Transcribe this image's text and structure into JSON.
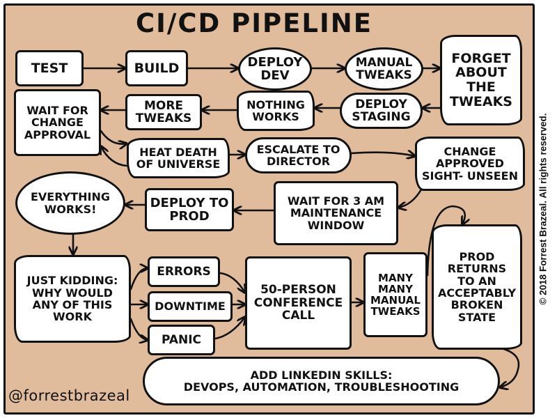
{
  "title": "CI/CD PIPELINE",
  "handle": "@forrestbrazeal",
  "copyright": "© 2018 Forrest Brazeal. All rights reserved.",
  "colors": {
    "background": "#e0bc9d",
    "box_fill": "#ffffff",
    "ink": "#111111"
  },
  "nodes": {
    "test": "TEST",
    "build": "BUILD",
    "deploy_dev": "DEPLOY\nDEV",
    "manual_tweaks": "MANUAL\nTWEAKS",
    "forget_tweaks": "FORGET\nABOUT\nTHE\nTWEAKS",
    "deploy_staging": "DEPLOY\nSTAGING",
    "nothing_works": "NOTHING\nWORKS",
    "more_tweaks": "MORE\nTWEAKS",
    "wait_change_approval": "WAIT FOR\nCHANGE\nAPPROVAL",
    "heat_death": "HEAT DEATH\nOF UNIVERSE",
    "escalate_director": "ESCALATE TO\nDIRECTOR",
    "change_approved": "CHANGE\nAPPROVED\nSIGHT- UNSEEN",
    "wait_3am": "WAIT FOR 3 AM\nMAINTENANCE\nWINDOW",
    "deploy_prod": "DEPLOY TO\nPROD",
    "everything_works": "EVERYTHING\nWORKS!",
    "just_kidding": "JUST KIDDING:\nWHY WOULD\nANY OF THIS\nWORK",
    "errors": "ERRORS",
    "downtime": "DOWNTIME",
    "panic": "PANIC",
    "conference_call": "50-PERSON\nCONFERENCE\nCALL",
    "many_manual_tweaks": "MANY\nMANY\nMANUAL\nTWEAKS",
    "prod_returns": "PROD\nRETURNS\nTO AN\nACCEPTABLY\nBROKEN\nSTATE",
    "linkedin_skills": "ADD LINKEDIN SKILLS:\nDEVOPS, AUTOMATION, TROUBLESHOOTING"
  }
}
